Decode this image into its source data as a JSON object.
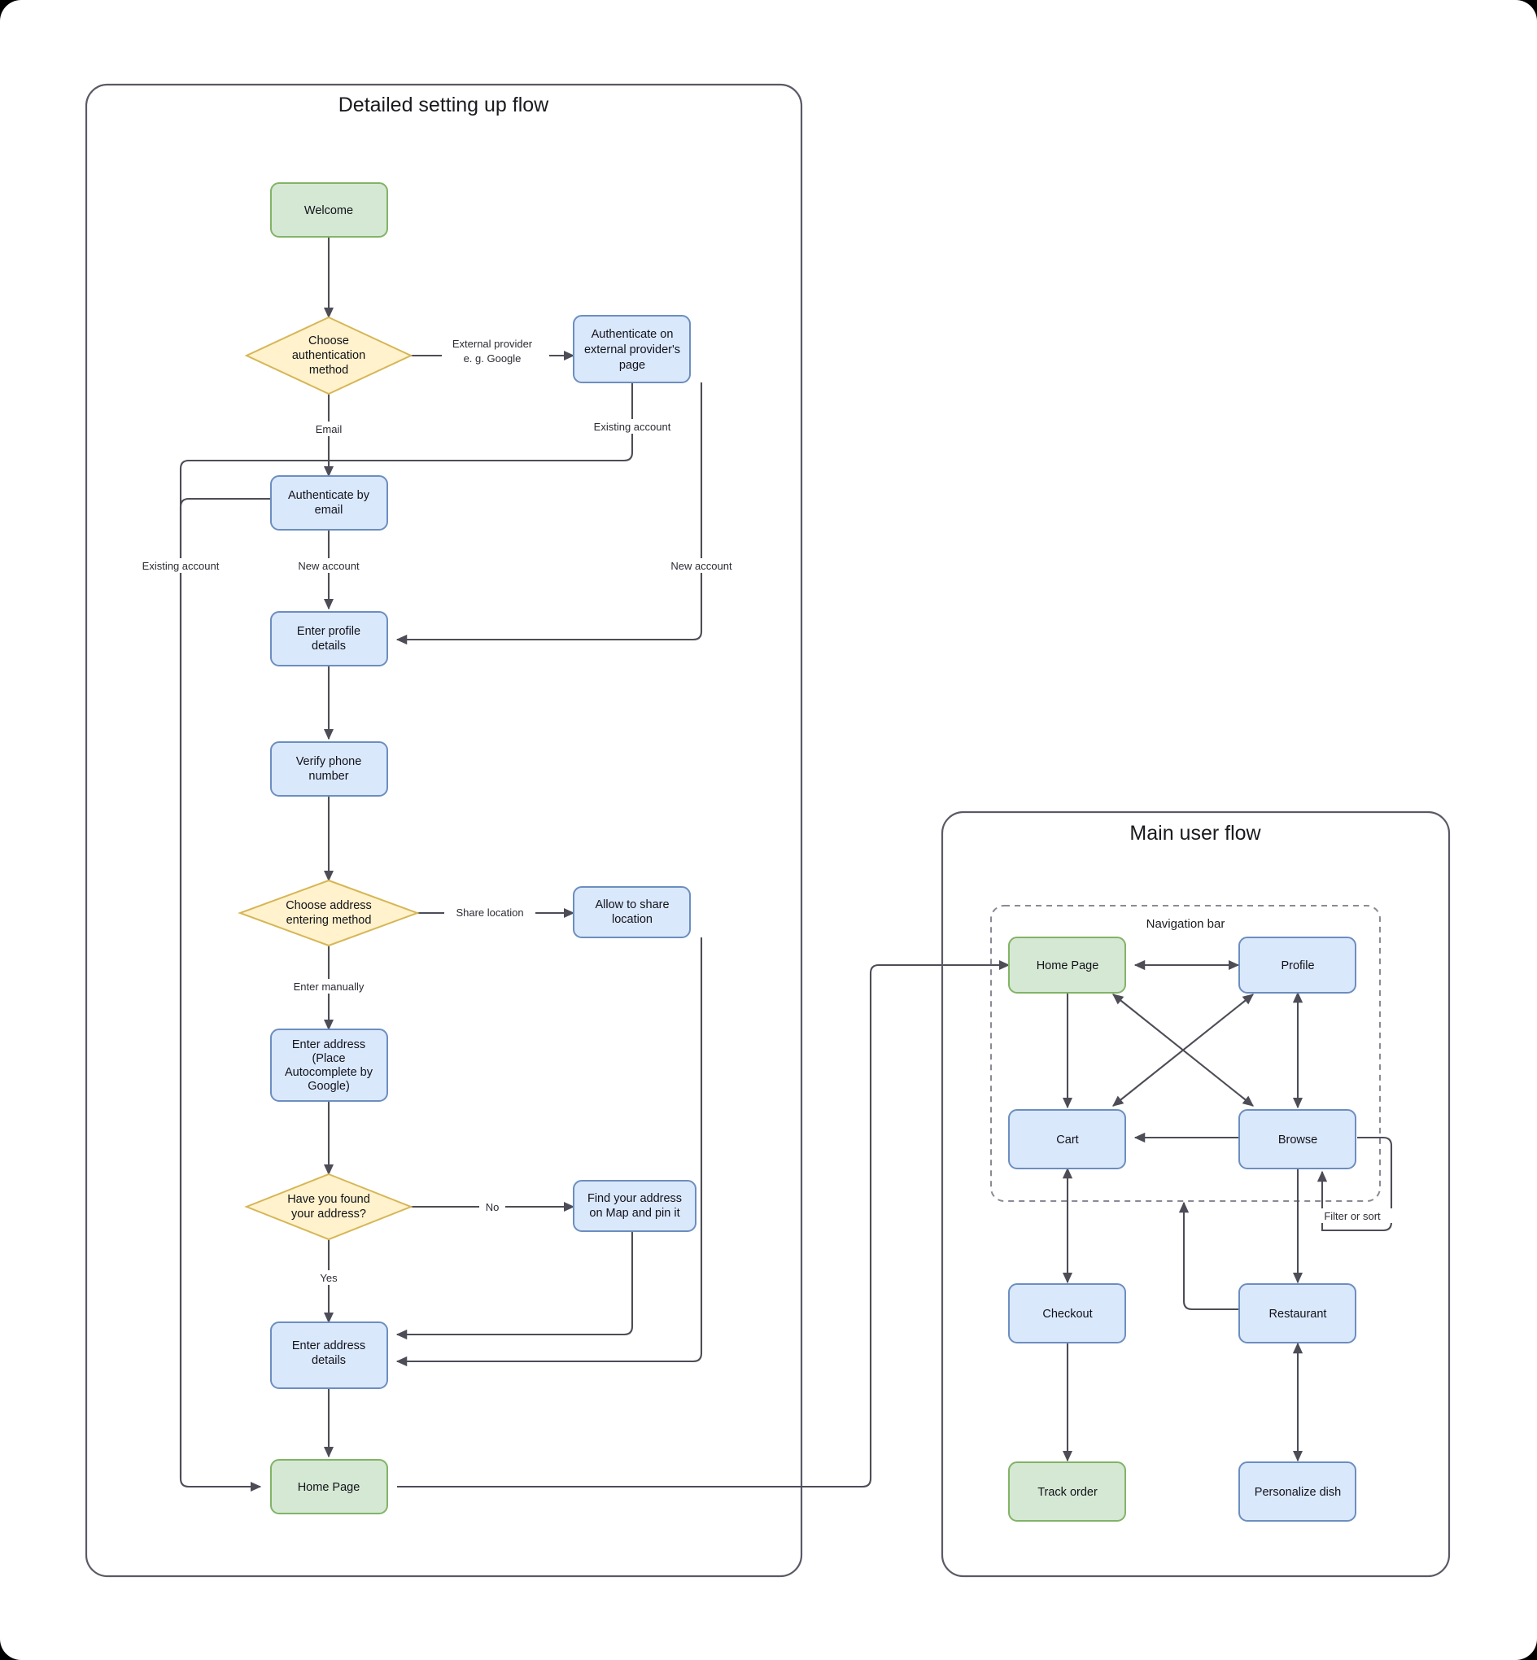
{
  "canvas": {
    "background": "#000000",
    "page_background": "#ffffff"
  },
  "palette": {
    "green_fill": "#d5e8d4",
    "green_stroke": "#82b366",
    "blue_fill": "#dae8fc",
    "blue_stroke": "#6c8ebf",
    "yellow_fill": "#fff2cc",
    "yellow_stroke": "#d6b656",
    "edge_stroke": "#4d4d57",
    "group_stroke": "#5a5a66"
  },
  "groups": {
    "detailed_flow": {
      "title": "Detailed setting up flow"
    },
    "main_flow": {
      "title": "Main user flow",
      "nav_bar_title": "Navigation bar"
    }
  },
  "detailed_flow_nodes": {
    "welcome": "Welcome",
    "choose_auth": "Choose\nauthentication\nmethod",
    "choose_auth_l1": "Choose",
    "choose_auth_l2": "authentication",
    "choose_auth_l3": "method",
    "auth_external_l1": "Authenticate on",
    "auth_external_l2": "external provider's",
    "auth_external_l3": "page",
    "auth_email_l1": "Authenticate by",
    "auth_email_l2": "email",
    "profile_l1": "Enter profile",
    "profile_l2": "details",
    "verify_l1": "Verify phone",
    "verify_l2": "number",
    "choose_addr_l1": "Choose address",
    "choose_addr_l2": "entering method",
    "allow_share_l1": "Allow to share",
    "allow_share_l2": "location",
    "enter_addr_l1": "Enter address",
    "enter_addr_l2": "(Place",
    "enter_addr_l3": "Autocomplete by",
    "enter_addr_l4": "Google)",
    "found_addr_l1": "Have you found",
    "found_addr_l2": "your address?",
    "find_map_l1": "Find your address",
    "find_map_l2": "on Map and pin it",
    "addr_details_l1": "Enter address",
    "addr_details_l2": "details",
    "home_page": "Home Page"
  },
  "detailed_flow_edge_labels": {
    "external_provider_l1": "External provider",
    "external_provider_l2": "e. g. Google",
    "email": "Email",
    "existing_account_right": "Existing account",
    "existing_account_left": "Existing account",
    "new_account_center": "New account",
    "new_account_right": "New account",
    "share_location": "Share location",
    "enter_manually": "Enter manually",
    "no": "No",
    "yes": "Yes"
  },
  "main_flow_nodes": {
    "home_page": "Home Page",
    "profile": "Profile",
    "cart": "Cart",
    "browse": "Browse",
    "checkout": "Checkout",
    "restaurant": "Restaurant",
    "track_order": "Track order",
    "personalize_dish": "Personalize dish"
  },
  "main_flow_edge_labels": {
    "filter_or_sort": "Filter or sort"
  }
}
